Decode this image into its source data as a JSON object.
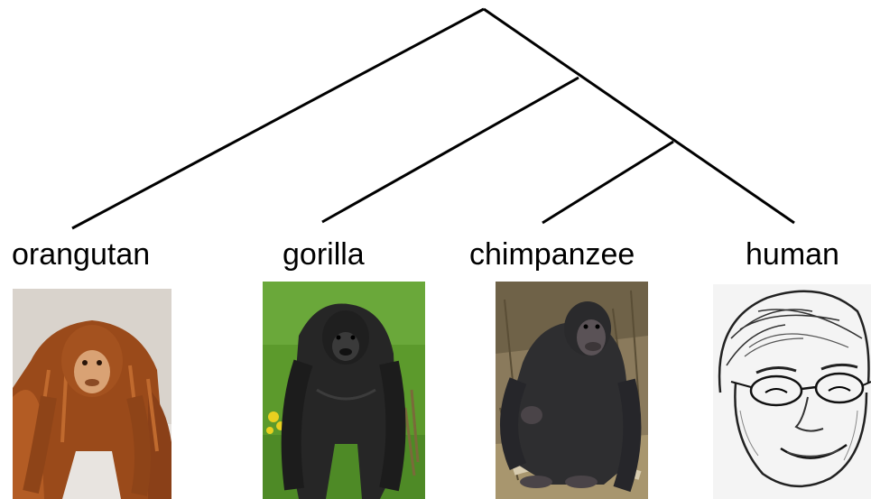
{
  "tree": {
    "type": "cladogram",
    "line_color": "#000000",
    "topology": "(orangutan,(gorilla,(chimpanzee,human)))"
  },
  "taxa": [
    {
      "label": "orangutan",
      "image": "orangutan-photo"
    },
    {
      "label": "gorilla",
      "image": "gorilla-photo"
    },
    {
      "label": "chimpanzee",
      "image": "chimpanzee-photo"
    },
    {
      "label": "human",
      "image": "human-pencil-sketch"
    }
  ],
  "colors": {
    "orangutan_fur": "#a0501e",
    "gorilla_grass": "#5c9a2c",
    "chimp_background": "#8a7a5c",
    "sketch_paper": "#f4f4f4"
  }
}
